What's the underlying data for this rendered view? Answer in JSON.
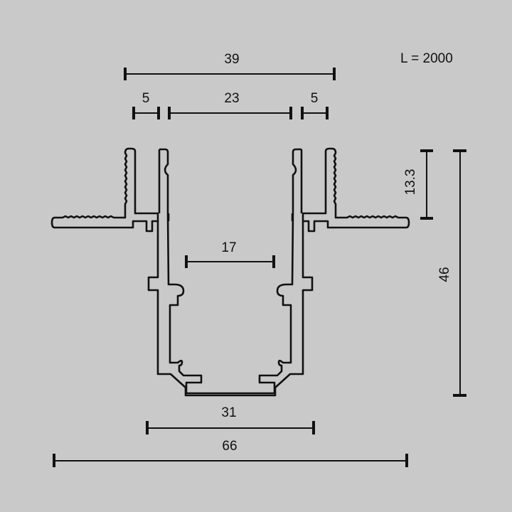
{
  "drawing": {
    "length_label": "L = 2000",
    "dimensions": {
      "top_overall": "39",
      "top_left_flange": "5",
      "top_channel": "23",
      "top_right_flange": "5",
      "inner_width": "17",
      "bottom_inner": "31",
      "overall_width": "66",
      "flange_height": "13.3",
      "overall_height": "46"
    }
  },
  "colors": {
    "background": "#c9c9c9",
    "line": "#111111"
  }
}
